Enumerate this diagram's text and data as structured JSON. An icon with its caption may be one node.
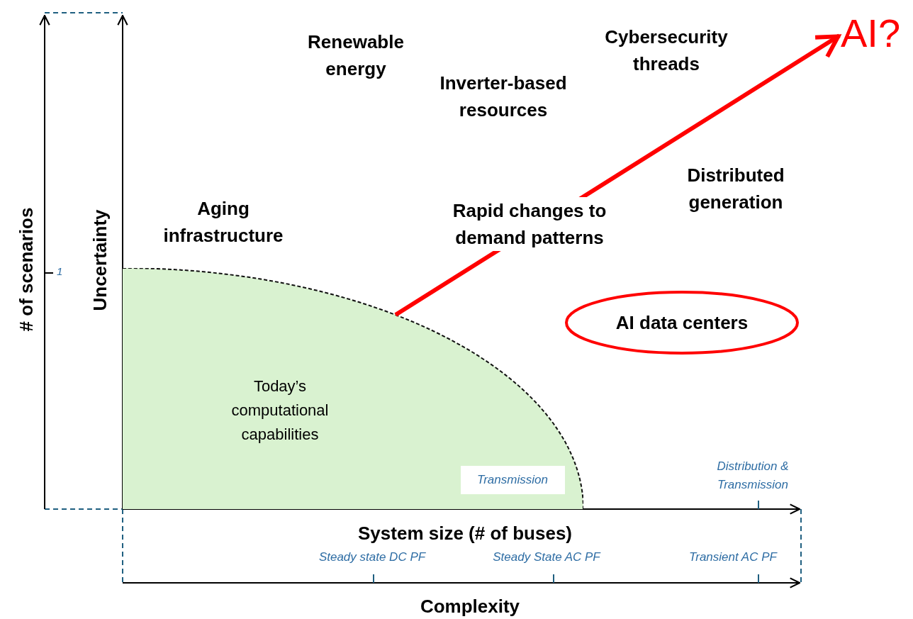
{
  "diagram": {
    "nodes": [
      {
        "text": [
          "Today’s computational capabilities"
        ]
      },
      {
        "text": [
          "AI data centers"
        ]
      },
      {
        "text": [
          "AI?"
        ]
      }
    ],
    "edges": [
      {
        "from": 0,
        "to": 2,
        "arrow": "to",
        "color": "#ff0000"
      }
    ],
    "labels": [
      "Renewable energy",
      "Cybersecurity threads",
      "Inverter-based resources",
      "Distributed generation",
      "Aging infrastructure",
      "Rapid changes to demand patterns",
      "# of scenarios",
      "1",
      "Uncertainty",
      "Transmission",
      "Distribution & Transmission",
      "System size (# of buses)",
      "Steady state DC PF",
      "Steady State AC PF",
      "Transient AC PF",
      "Complexity"
    ]
  }
}
